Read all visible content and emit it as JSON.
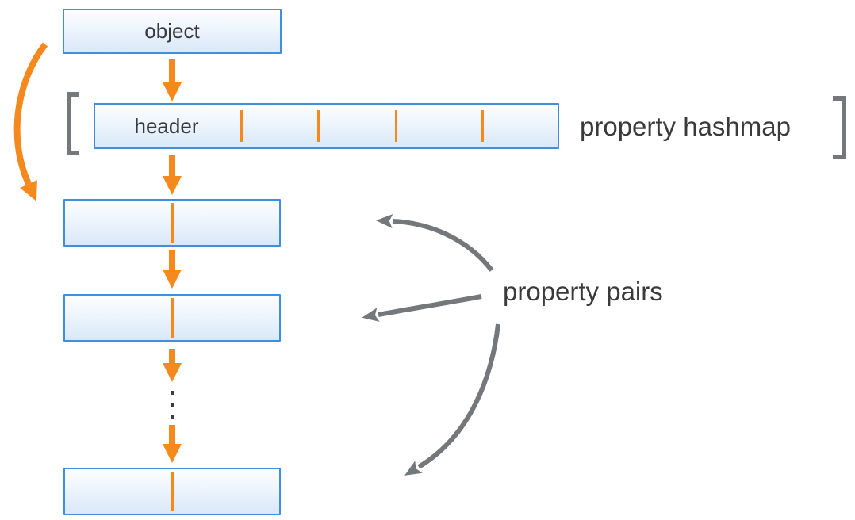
{
  "diagram": {
    "object_box": {
      "label": "object"
    },
    "hashmap_row": {
      "header_label": "header",
      "annotation": "property hashmap",
      "slot_divider_count": 4,
      "bracketed": true
    },
    "pairs": {
      "annotation": "property pairs",
      "box_count": 3,
      "ellipsis_dot_count": 3,
      "annotation_arrow_count": 3
    },
    "colors": {
      "c_orange": "#f6891e",
      "c_blue_border": "#3f8ee0",
      "c_fill_top": "#fdfeff",
      "c_fill_bottom": "#d9e8f8",
      "c_gray": "#75787b",
      "c_text": "#3a3a3c",
      "c_dot": "#3d3d3f",
      "c_bg": "#ffffff"
    }
  }
}
